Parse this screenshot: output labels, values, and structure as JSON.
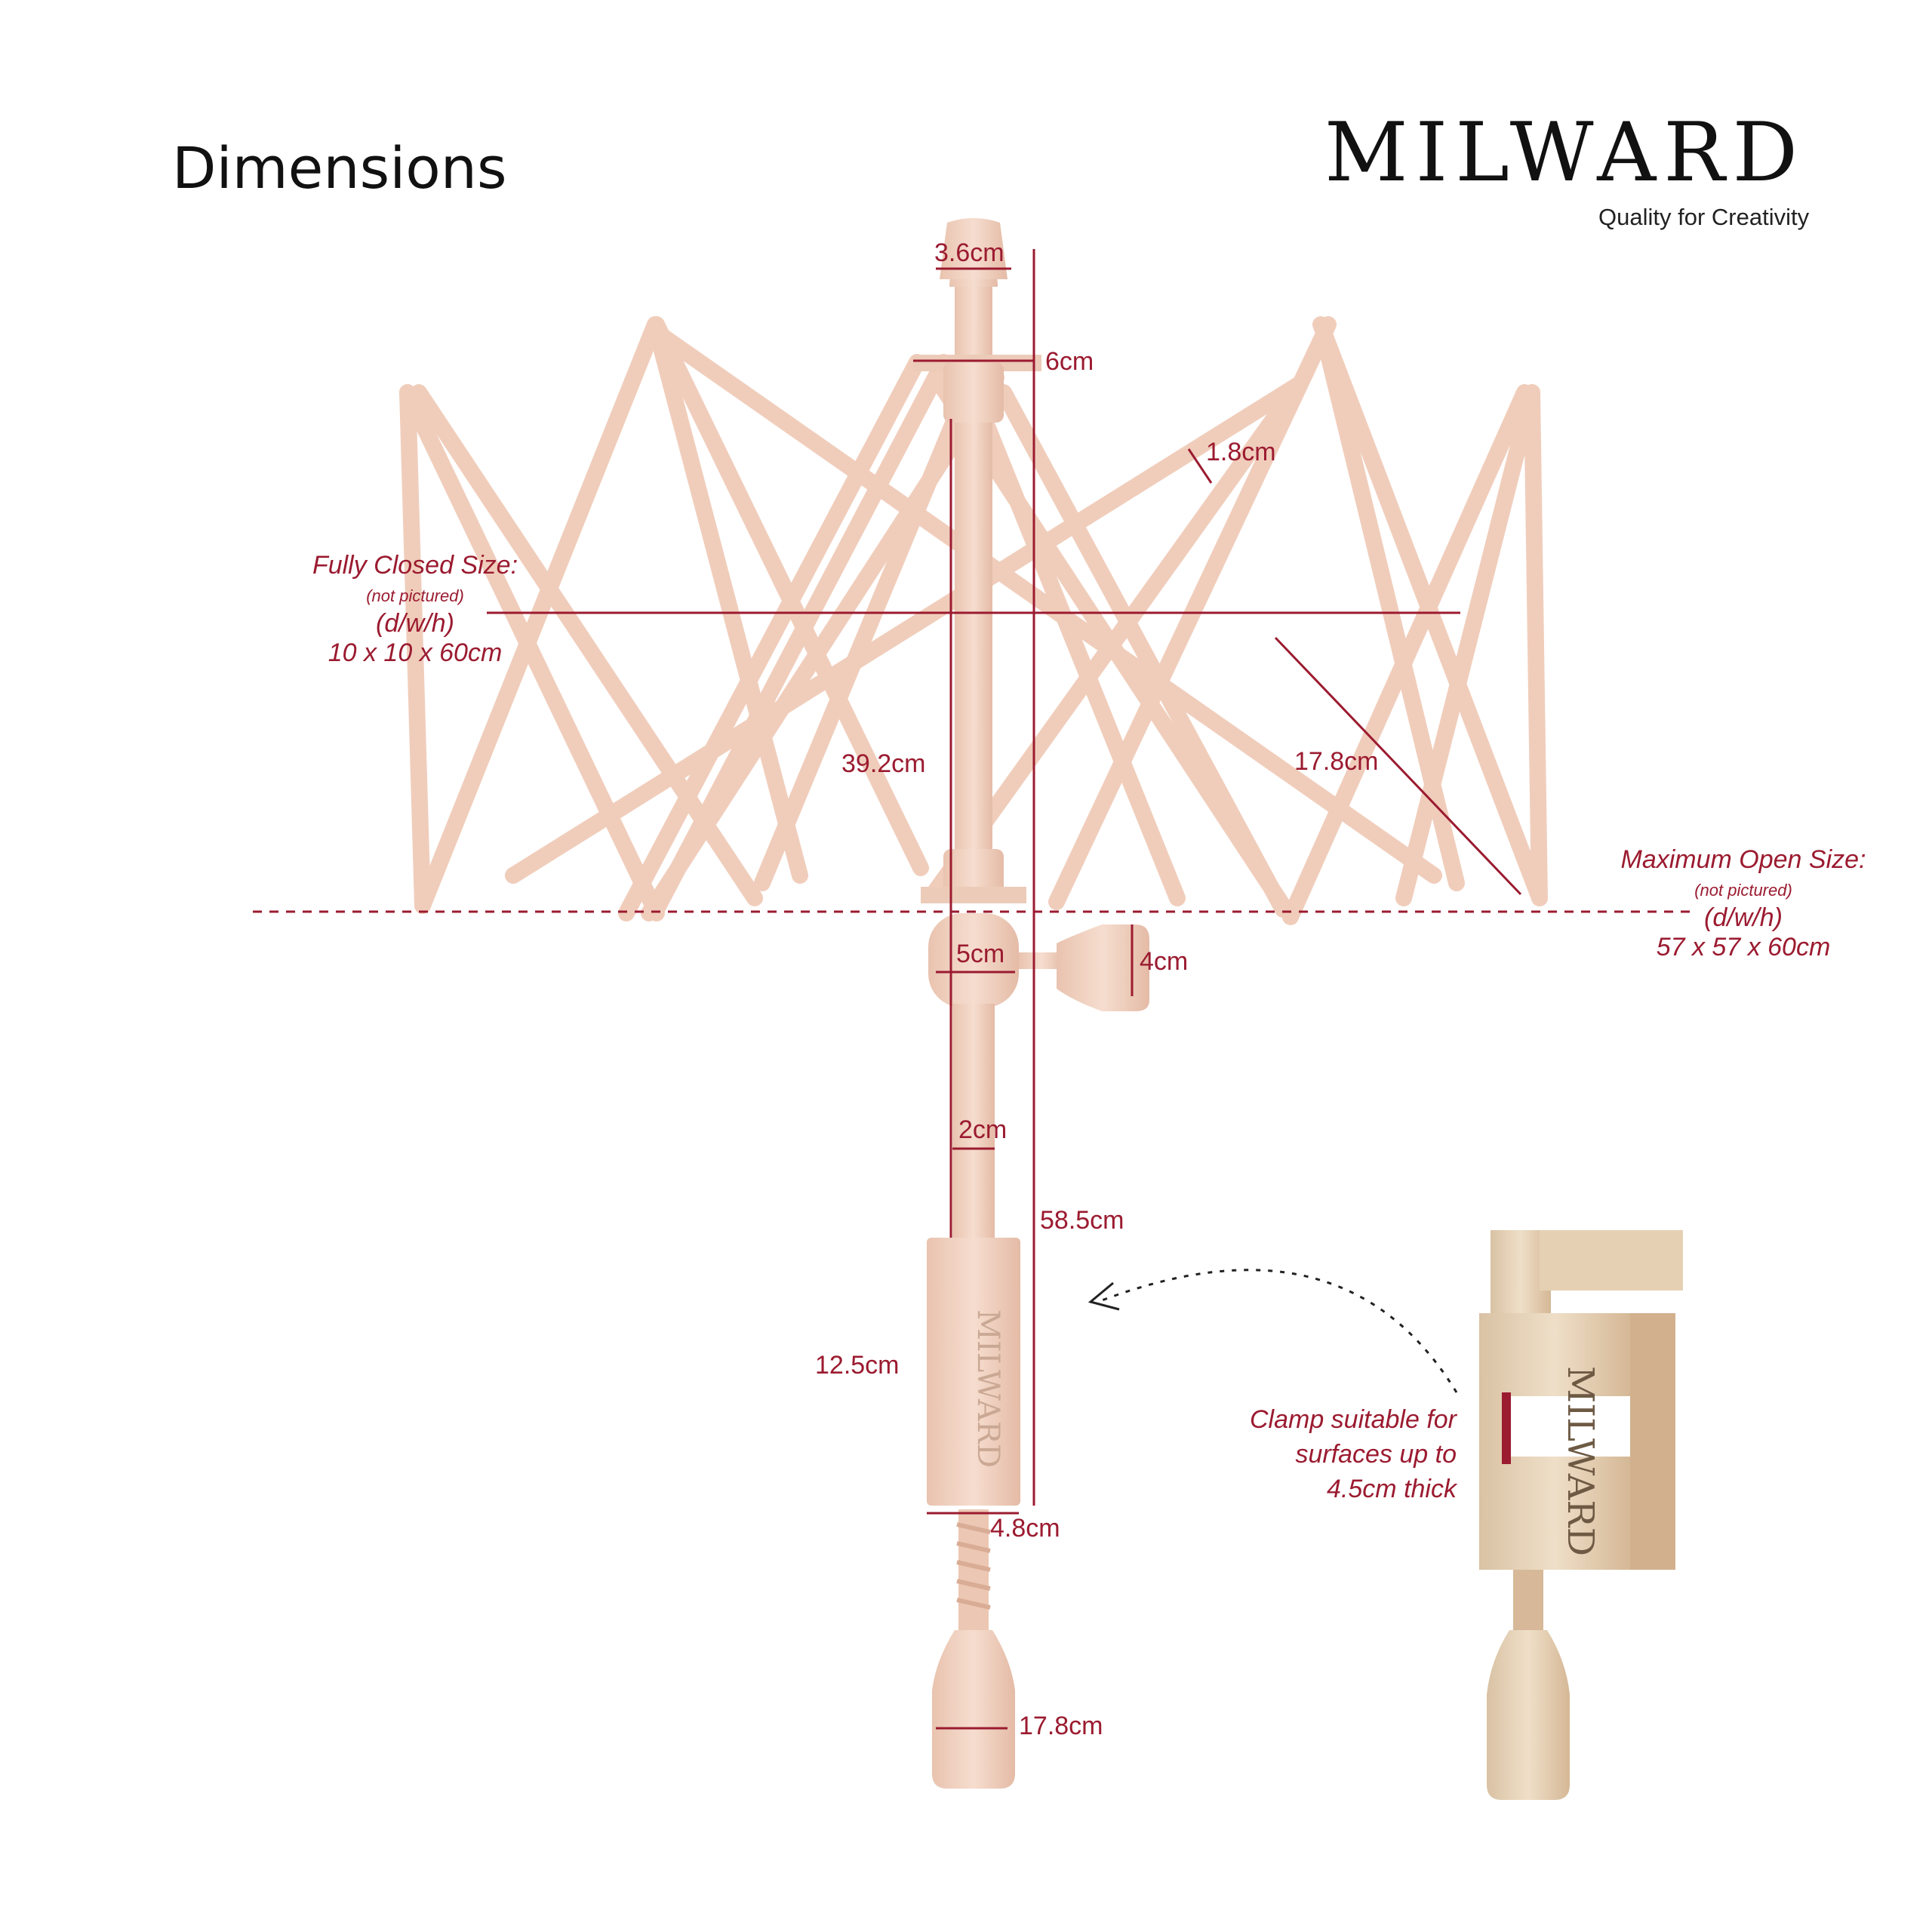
{
  "header": {
    "title": "Dimensions",
    "brand_name": "MILWARD",
    "tagline": "Quality for Creativity"
  },
  "dimensions": {
    "top_cap": "3.6cm",
    "hub_top": "6cm",
    "rib_width": "1.8cm",
    "arm_height": "39.2cm",
    "arm_length": "17.8cm",
    "hub_bottom": "5cm",
    "knob": "4cm",
    "pole_width": "2cm",
    "overall_height": "58.5cm",
    "clamp_height": "12.5cm",
    "clamp_width": "4.8cm",
    "foot_width": "17.8cm"
  },
  "closed_size": {
    "label": "Fully Closed Size:",
    "note": "(not pictured)",
    "axes": "(d/w/h)",
    "value": "10 x 10 x 60cm"
  },
  "open_size": {
    "label": "Maximum Open Size:",
    "note": "(not pictured)",
    "axes": "(d/w/h)",
    "value": "57 x 57 x 60cm"
  },
  "clamp_note": {
    "line1": "Clamp suitable for",
    "line2": "surfaces up to",
    "line3": "4.5cm thick",
    "clamp_logo": "MILWARD"
  },
  "colors": {
    "accent": "#9b1b30",
    "wood": "#f2d3c3",
    "wood_dark": "#d9b19d",
    "clamp_wood": "#e8d5bd"
  }
}
